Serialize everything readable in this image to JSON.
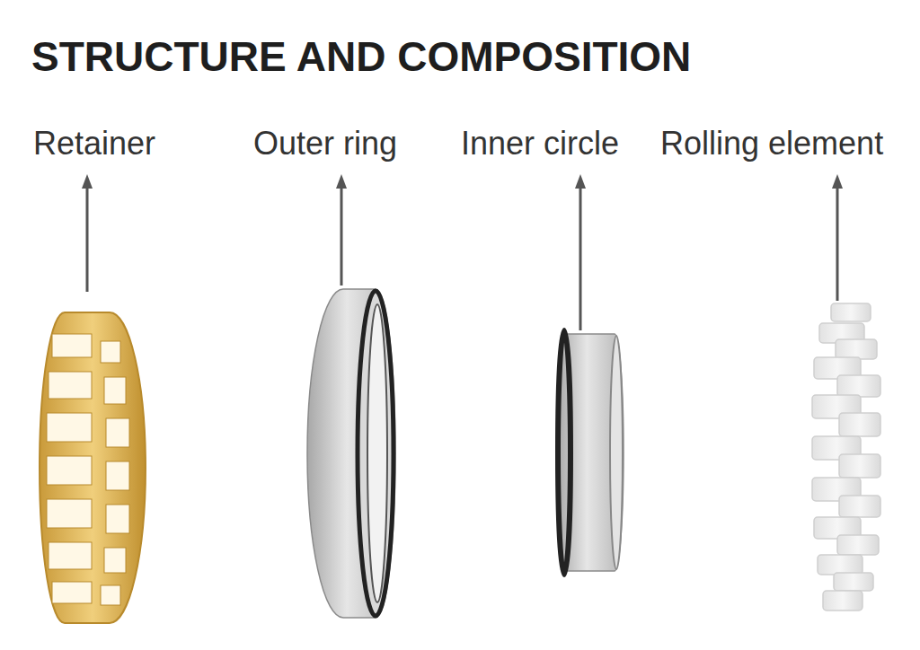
{
  "diagram": {
    "title": "STRUCTURE AND COMPOSITION",
    "labels": [
      "Retainer",
      "Outer ring",
      "Inner circle",
      "Rolling element"
    ]
  }
}
